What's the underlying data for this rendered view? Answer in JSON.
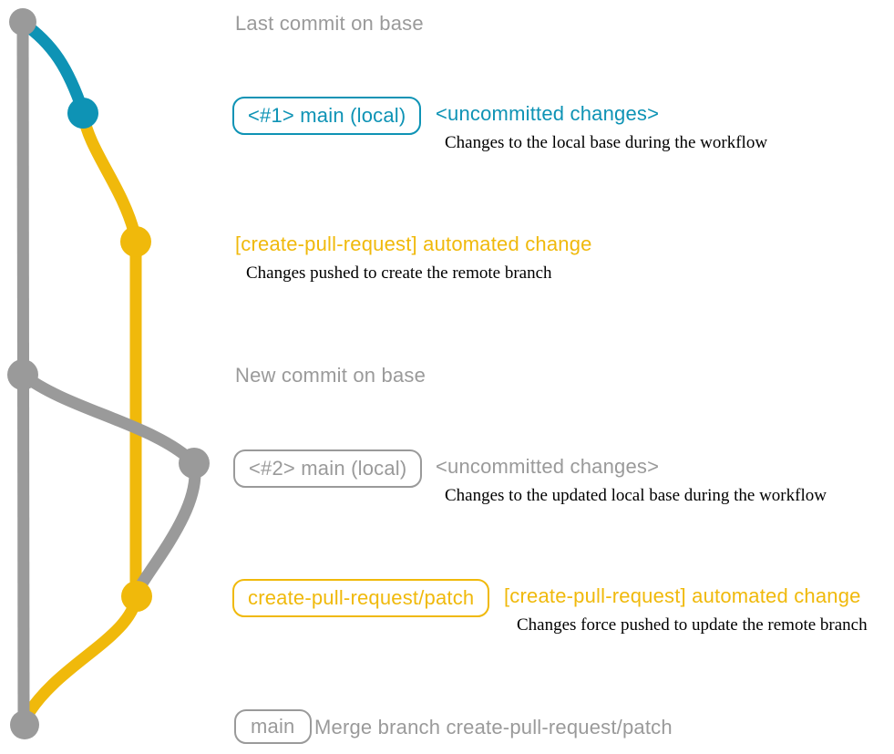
{
  "colors": {
    "gray": "#9a9a9a",
    "teal": "#0e93b5",
    "yellow": "#f0b90b",
    "ink": "#000000",
    "background": "#ffffff"
  },
  "graph": {
    "branches": [
      "base (gray)",
      "main local (teal)",
      "create-pull-request/patch (yellow)"
    ]
  },
  "annotations": {
    "last_commit": "Last commit on base",
    "new_commit": "New commit on base",
    "merge_commit": "Merge branch create-pull-request/patch"
  },
  "badges": {
    "main_local_1": "<#1> main (local)",
    "main_local_2": "<#2> main (local)",
    "patch_branch": "create-pull-request/patch",
    "main": "main"
  },
  "events": {
    "uncommitted_1": {
      "title": "<uncommitted changes>",
      "caption": "Changes to the local base during the workflow"
    },
    "automated_1": {
      "title": "[create-pull-request] automated change",
      "caption": "Changes pushed to create the remote branch"
    },
    "uncommitted_2": {
      "title": "<uncommitted changes>",
      "caption": "Changes to the updated local base during the workflow"
    },
    "automated_2": {
      "title": "[create-pull-request] automated change",
      "caption": "Changes force pushed to update the remote branch"
    }
  }
}
